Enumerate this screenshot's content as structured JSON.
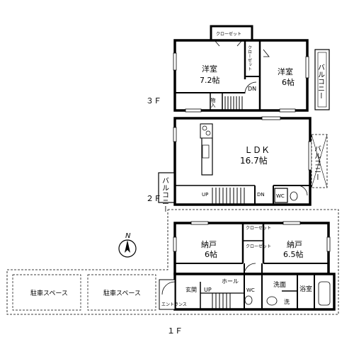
{
  "floors": {
    "f3": {
      "label": "３Ｆ",
      "rooms": {
        "western_a_name": "洋室",
        "western_a_size": "7.2帖",
        "western_b_name": "洋室",
        "western_b_size": "6帖",
        "closet_top": "クローゼット",
        "closet_side": "クローゼット",
        "storage": "物入",
        "balcony": "バルコニー",
        "stairs_down": "DN"
      }
    },
    "f2": {
      "label": "２Ｆ",
      "rooms": {
        "ldk_name": "ＬＤＫ",
        "ldk_size": "16.7帖",
        "balcony_right": "バルコニー",
        "balcony_left": "バルコニー",
        "stairs_up": "UP",
        "stairs_down": "DN",
        "wc": "WC"
      }
    },
    "f1": {
      "label": "１Ｆ",
      "rooms": {
        "storage_a_name": "納戸",
        "storage_a_size": "6帖",
        "storage_b_name": "納戸",
        "storage_b_size": "6.5帖",
        "closet_a": "クローゼット",
        "closet_b": "クローゼット",
        "entrance": "玄関",
        "hall": "ホール",
        "stairs_up": "UP",
        "wc": "WC",
        "washroom": "洗面",
        "bathroom": "浴室",
        "wash": "洗",
        "entrance_approach": "エントランス",
        "parking_a": "駐車スペース",
        "parking_b": "駐車スペース"
      }
    }
  },
  "compass": {
    "letter": "N"
  }
}
